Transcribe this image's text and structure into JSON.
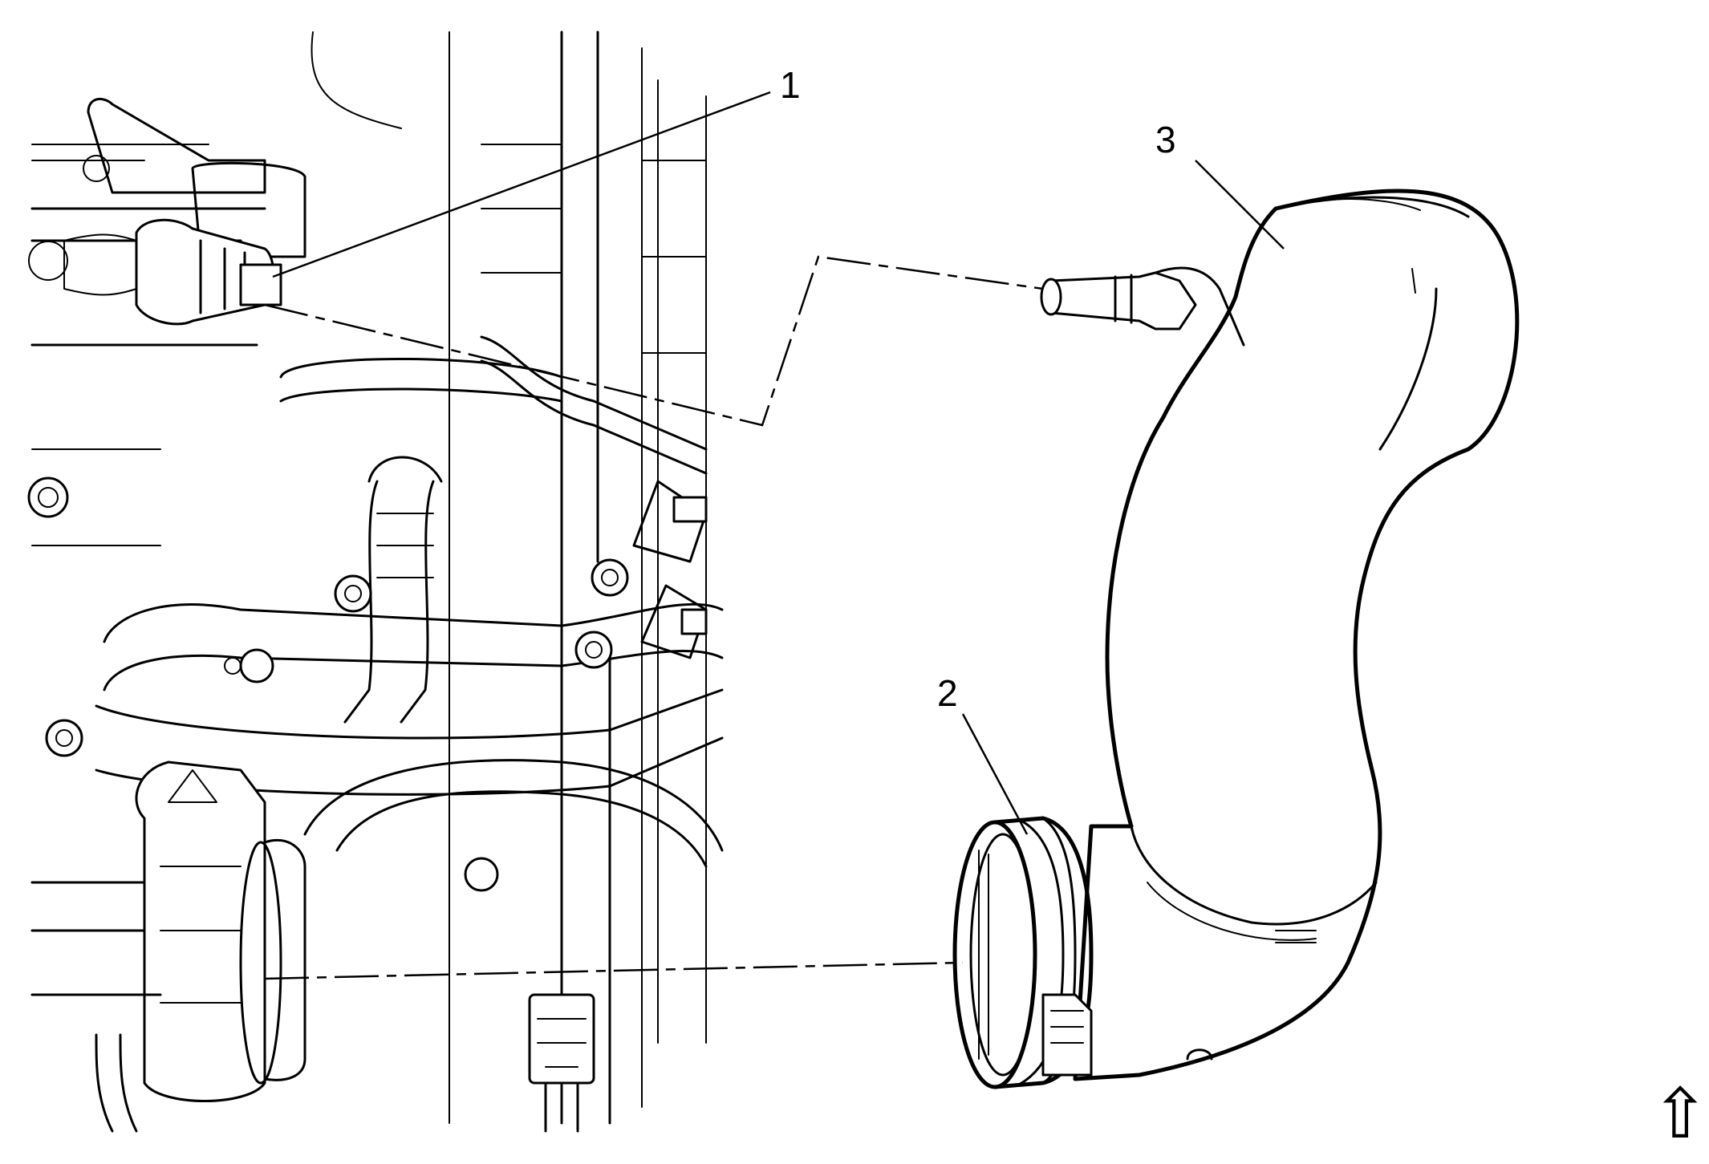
{
  "callouts": {
    "c1": "1",
    "c2": "2",
    "c3": "3"
  },
  "orientation": {
    "glyph": "⇧",
    "icon": "up-arrow-icon"
  }
}
